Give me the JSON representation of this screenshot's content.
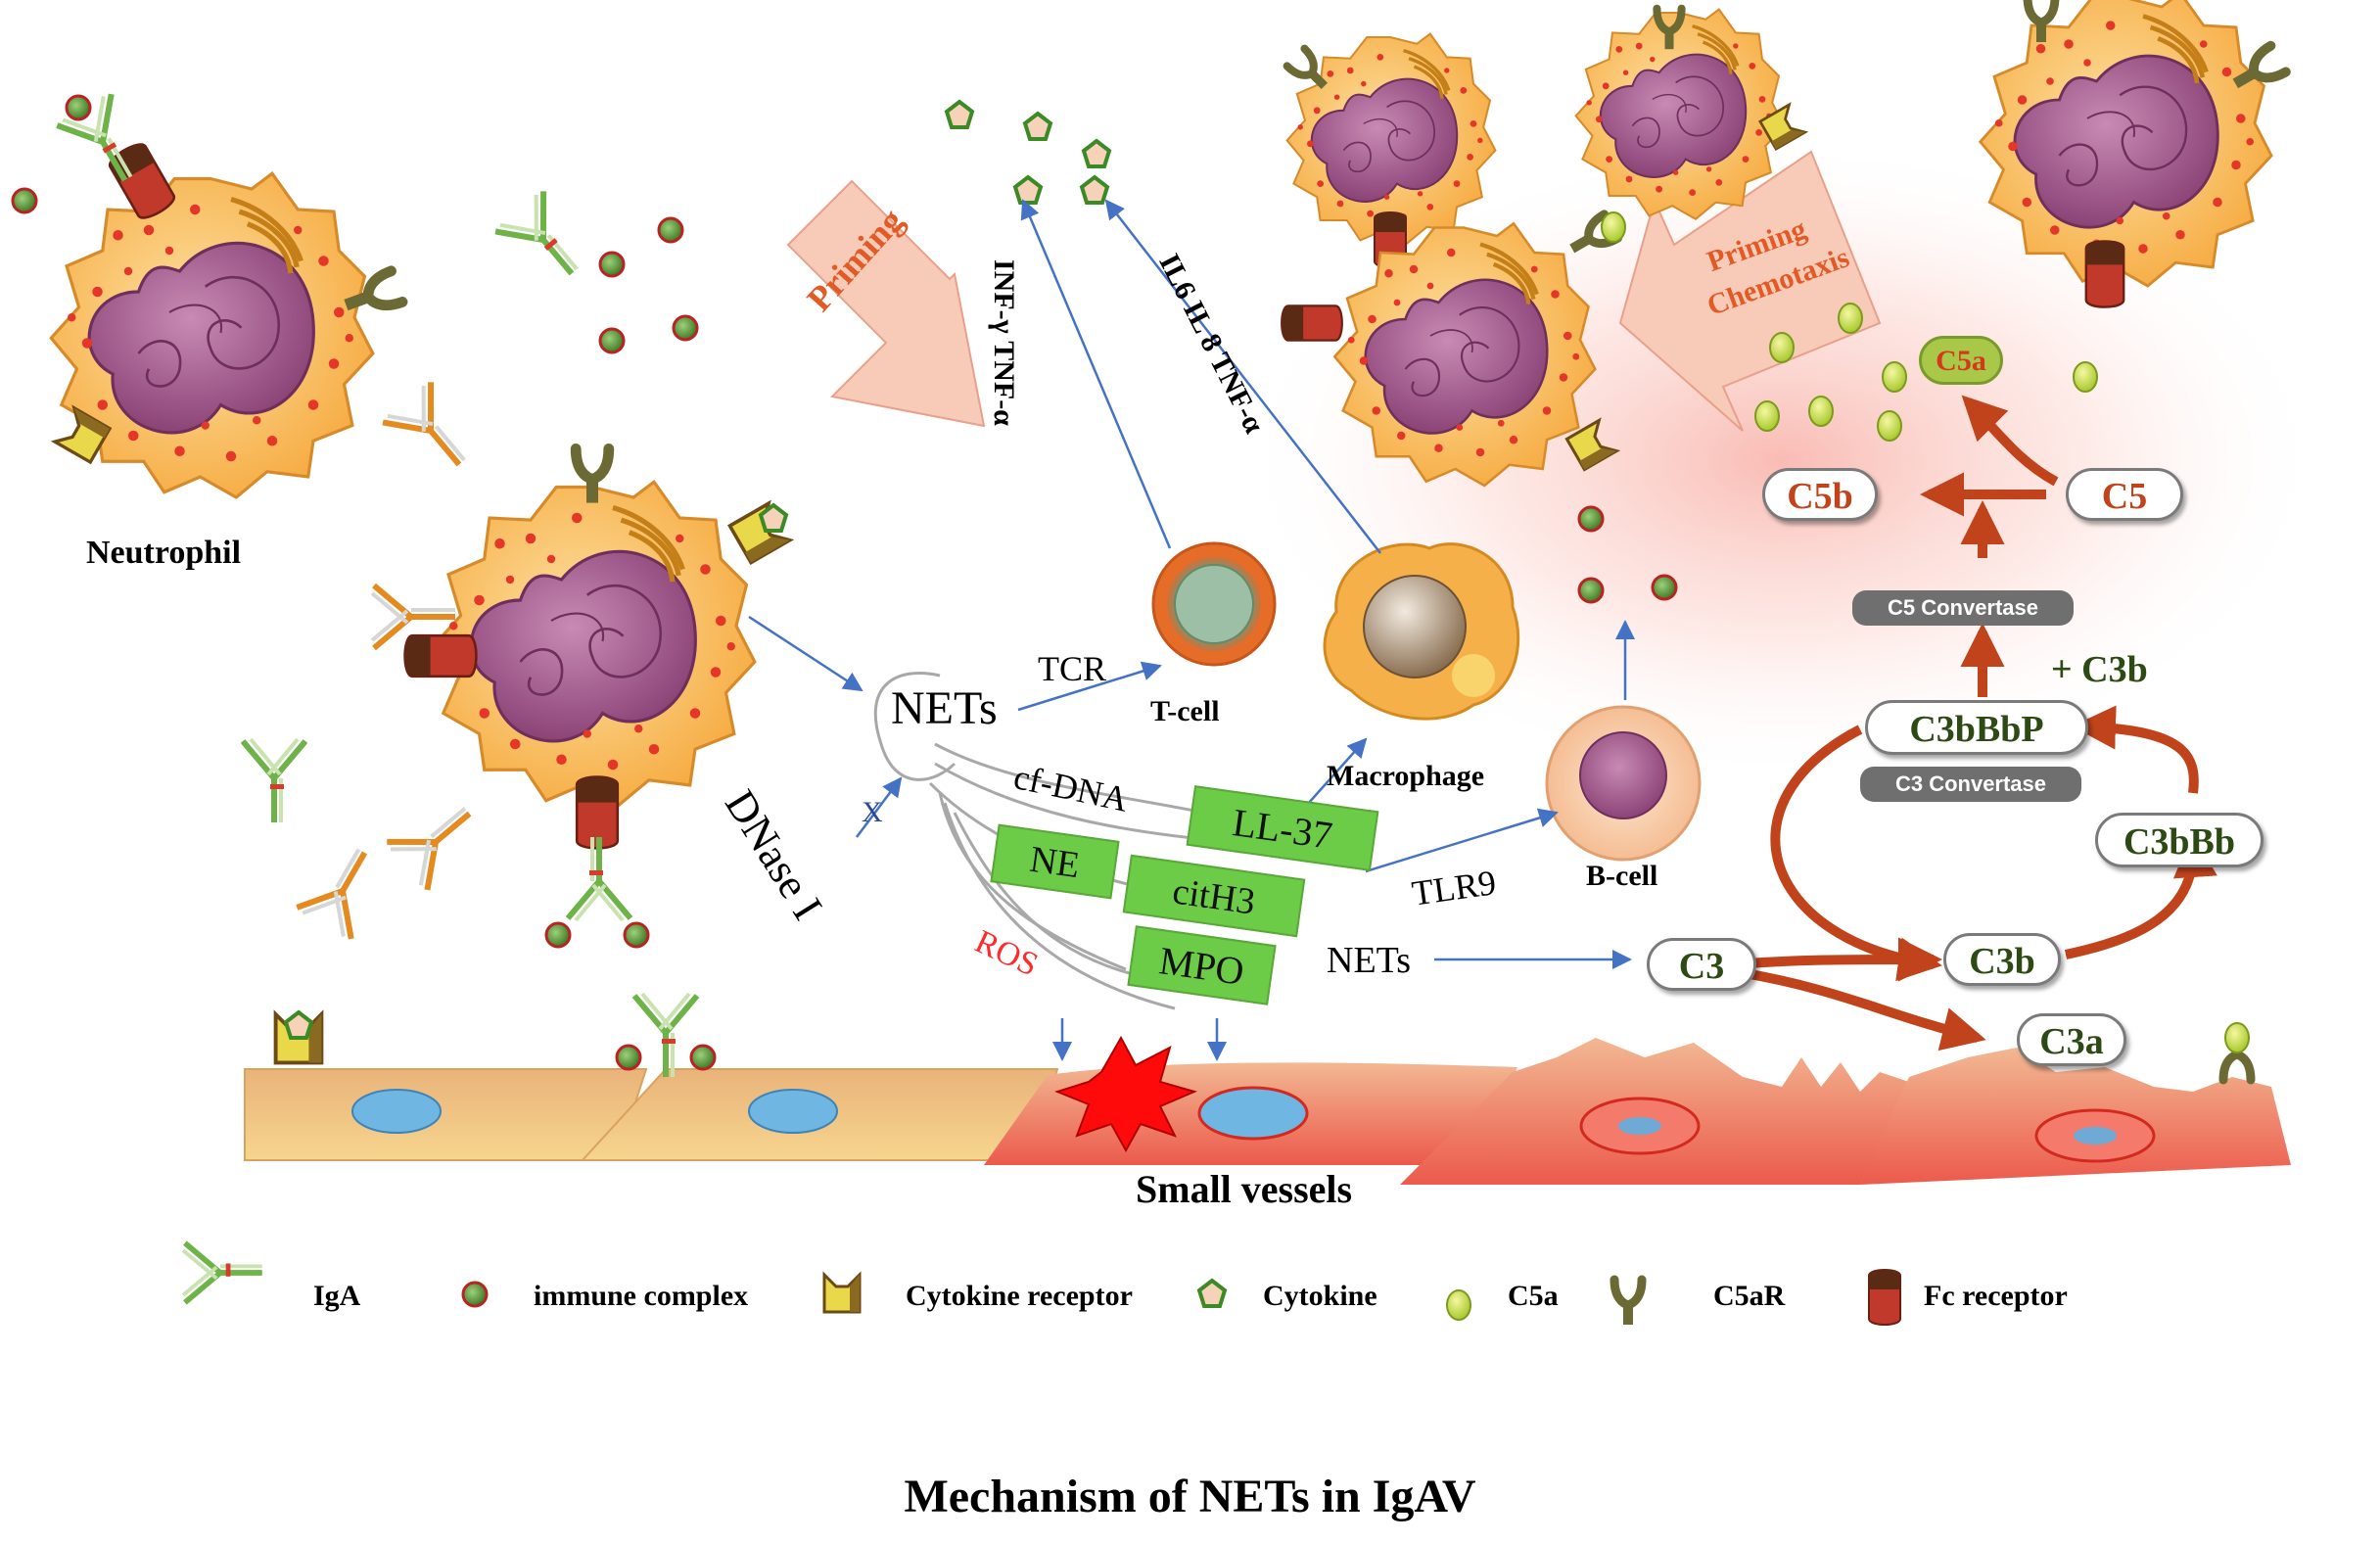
{
  "title": "Mechanism of NETs in IgAV",
  "labels": {
    "neutrophil": "Neutrophil",
    "priming_left": "Priming",
    "priming_right": "Priming",
    "chemotaxis": "Chemotaxis",
    "nets_main": "NETs",
    "tcr": "TCR",
    "t_cell": "T-cell",
    "macrophage": "Macrophage",
    "b_cell": "B-cell",
    "cf_dna": "cf-DNA",
    "tlr9": "TLR9",
    "dnase": "DNase I",
    "x_mark": "X",
    "ros": "ROS",
    "nets_secondary": "NETs",
    "cytokines_t": "INF-γ  TNF-α",
    "cytokines_m": "IL6  IL 8 TNF-α",
    "small_vessels": "Small vessels"
  },
  "green_boxes": {
    "ll37": "LL-37",
    "ne": "NE",
    "cith3": "citH3",
    "mpo": "MPO"
  },
  "complement": {
    "c5a": "C5a",
    "c5b": "C5b",
    "c5": "C5",
    "c5_convertase": "C5 Convertase",
    "plus_c3b": "+ C3b",
    "c3bbbp": "C3bBbP",
    "c3_convertase": "C3 Convertase",
    "c3bbb": "C3bBb",
    "c3": "C3",
    "c3b": "C3b",
    "c3a": "C3a"
  },
  "legend": [
    {
      "icon": "iga-icon",
      "label": "IgA"
    },
    {
      "icon": "immune-complex-icon",
      "label": "immune complex"
    },
    {
      "icon": "cytokine-receptor-icon",
      "label": "Cytokine receptor"
    },
    {
      "icon": "cytokine-icon",
      "label": "Cytokine"
    },
    {
      "icon": "c5a-icon",
      "label": "C5a"
    },
    {
      "icon": "c5ar-icon",
      "label": "C5aR"
    },
    {
      "icon": "fc-receptor-icon",
      "label": "Fc receptor"
    }
  ],
  "colors": {
    "arrow_blue": "#4472c4",
    "complement_arrow": "#c0431c",
    "green_box": "#6ccc47",
    "priming_arrow": "#f8cbb8",
    "neutrophil_body": "#f6b24a",
    "nucleus": "#a45b8d",
    "ros": "#ff0000"
  }
}
